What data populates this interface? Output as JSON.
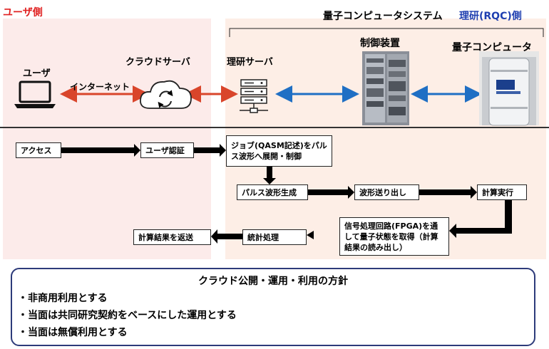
{
  "header": {
    "user_side": "ユーザ側",
    "system_title": "量子コンピュータシステム",
    "riken_side": "理研(RQC)側"
  },
  "nodes": {
    "user": "ユーザ",
    "internet": "インターネット",
    "cloud_server": "クラウドサーバ",
    "riken_server": "理研サーバ",
    "control_device": "制御装置",
    "quantum_computer": "量子コンピュータ"
  },
  "flow": {
    "access": "アクセス",
    "user_auth": "ユーザ認証",
    "job": "ジョブ(QASM記述)をパルス波形へ展開・制御",
    "pulse_gen": "パルス波形生成",
    "pulse_send": "波形送り出し",
    "compute": "計算実行",
    "signal": "信号処理回路(FPGA)を通して量子状態を取得（計算結果の読み出し）",
    "stats": "統計処理",
    "return": "計算結果を返送"
  },
  "policy": {
    "title": "クラウド公開・運用・利用の方針",
    "items": [
      "・非商用利用とする",
      "・当面は共同研究契約をベースにした運用とする",
      "・当面は無償利用とする"
    ]
  },
  "colors": {
    "user_zone": "#fcebea",
    "riken_zone": "#fdeee6",
    "red_arrow": "#d9452b",
    "blue_arrow": "#1f6fc4",
    "policy_border": "#2d3b7a"
  }
}
